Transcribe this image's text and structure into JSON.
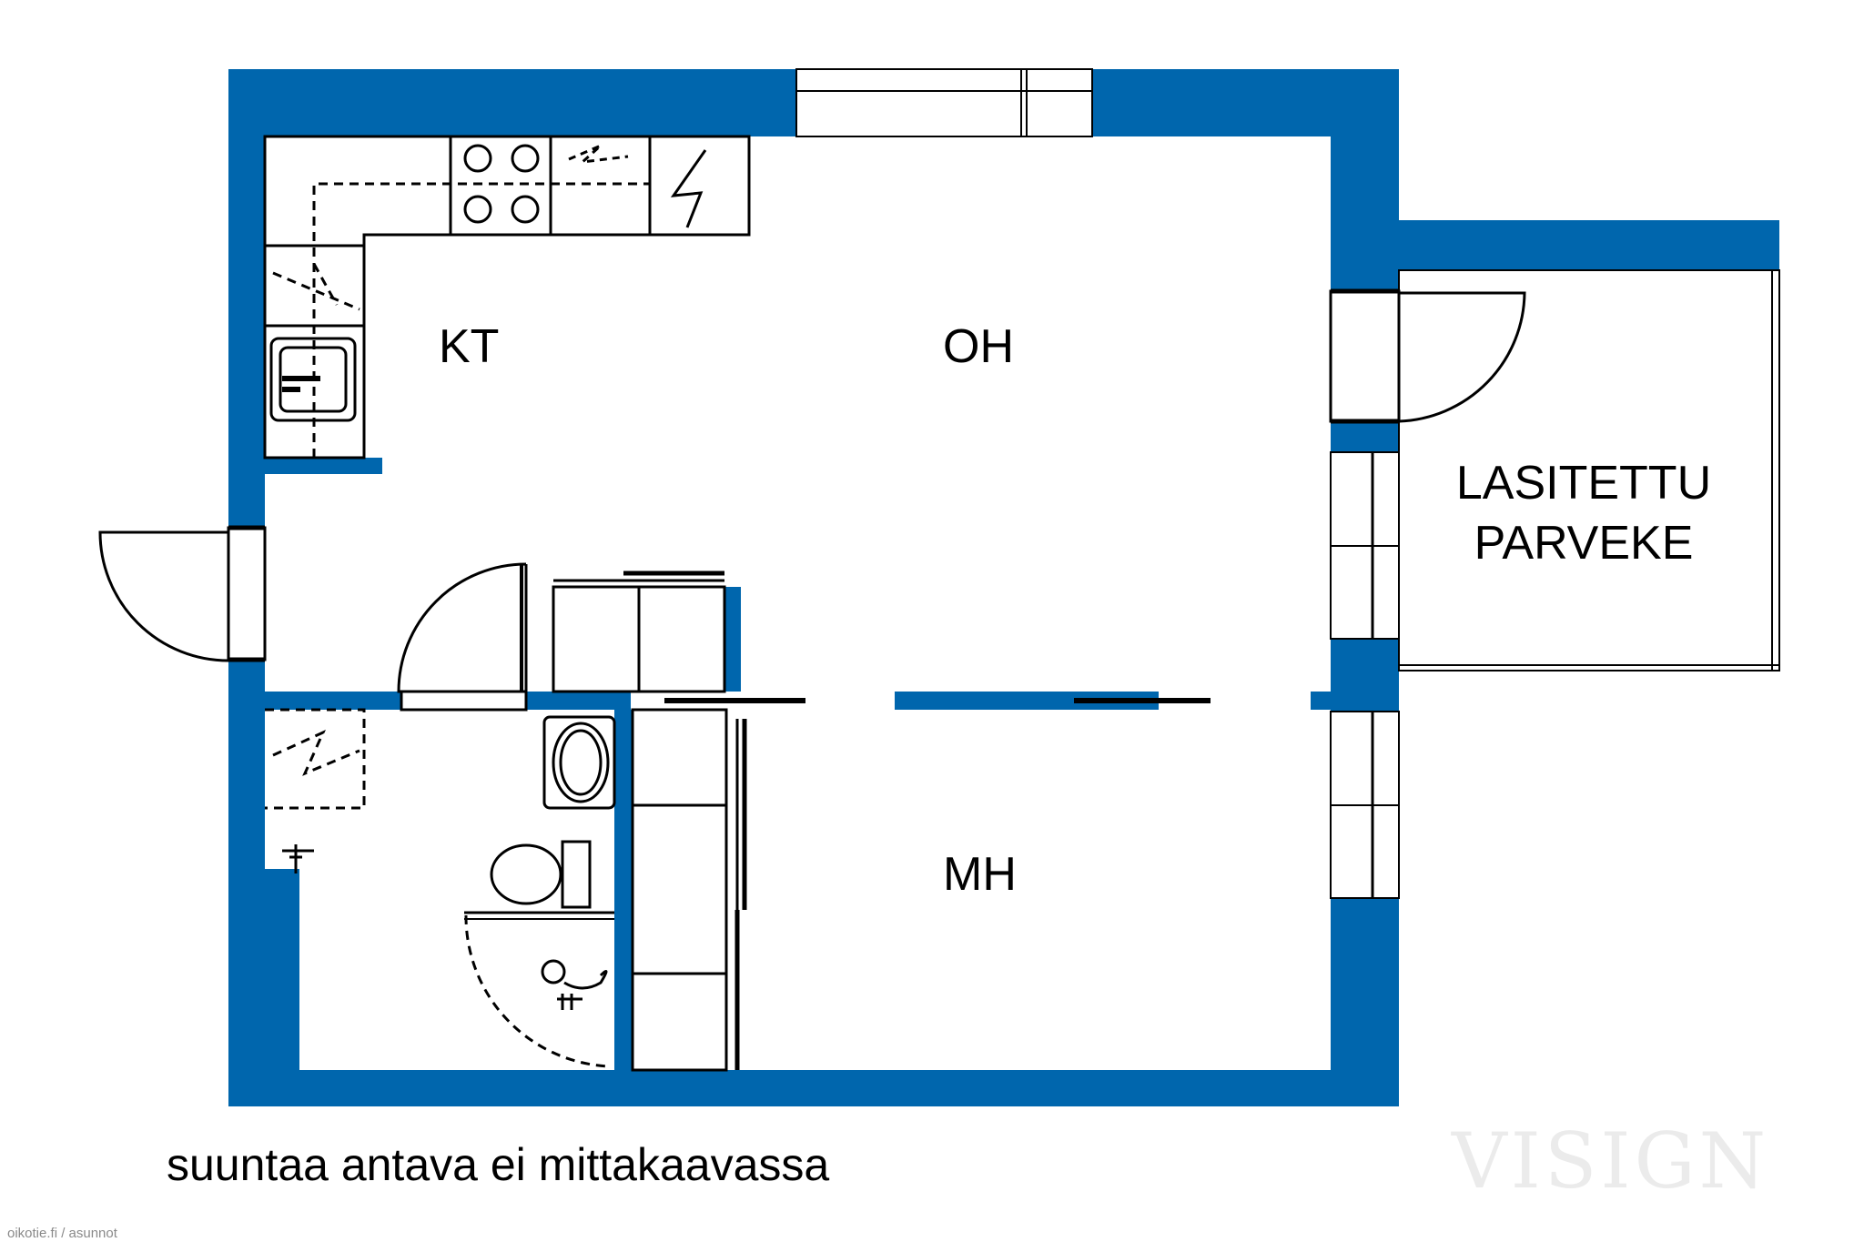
{
  "rooms": {
    "kitchen": "KT",
    "living_room": "OH",
    "bedroom": "MH",
    "balcony_line1": "LASITETTU",
    "balcony_line2": "PARVEKE"
  },
  "caption": "suuntaa antava ei mittakaavassa",
  "watermark": "VISIGN",
  "source": "oikotie.fi / asunnot",
  "colors": {
    "wall": "#0066ad",
    "line": "#000000",
    "background": "#ffffff"
  }
}
